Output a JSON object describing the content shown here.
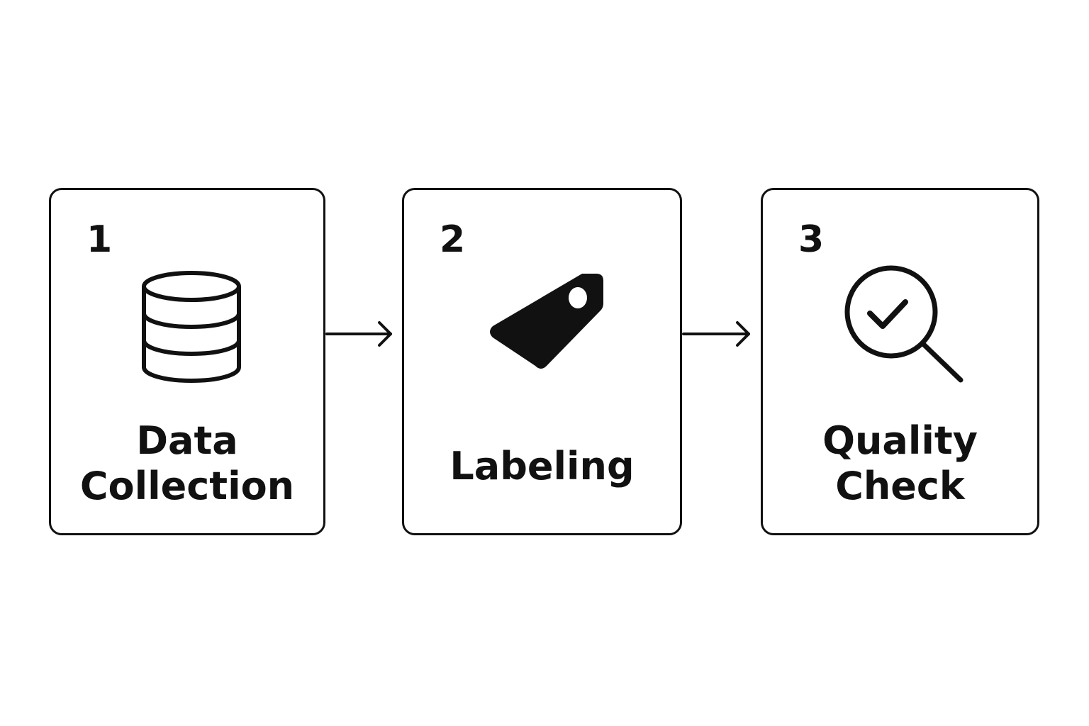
{
  "steps": [
    {
      "number": "1",
      "label_line1": "Data",
      "label_line2": "Collection",
      "icon": "database-icon"
    },
    {
      "number": "2",
      "label_line1": "Labeling",
      "label_line2": "",
      "icon": "tag-icon"
    },
    {
      "number": "3",
      "label_line1": "Quality",
      "label_line2": "Check",
      "icon": "magnifier-check-icon"
    }
  ],
  "colors": {
    "stroke": "#111111",
    "background": "#ffffff"
  }
}
